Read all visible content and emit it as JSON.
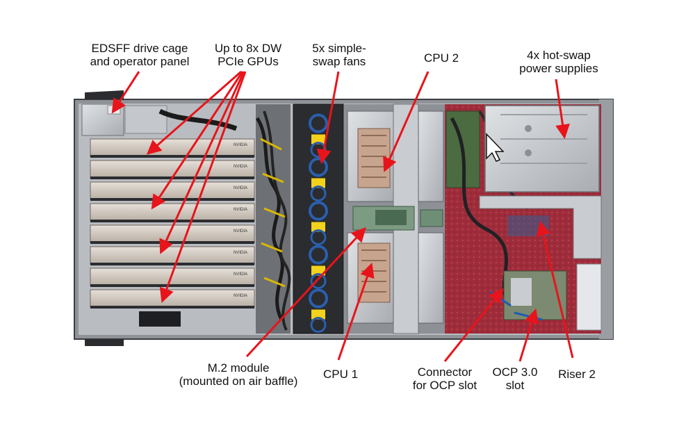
{
  "labels": {
    "edsff": [
      "EDSFF drive cage",
      "and operator panel"
    ],
    "gpus": [
      "Up to 8x DW",
      "PCIe GPUs"
    ],
    "fans": [
      "5x simple-",
      "swap fans"
    ],
    "cpu2": [
      "CPU 2"
    ],
    "psu": [
      "4x hot-swap",
      "power supplies"
    ],
    "m2": [
      "M.2 module",
      "(mounted on air baffle)"
    ],
    "cpu1": [
      "CPU 1"
    ],
    "ocp_connector": [
      "Connector",
      "for OCP slot"
    ],
    "ocp_slot": [
      "OCP 3.0",
      "slot"
    ],
    "riser2": [
      "Riser 2"
    ]
  },
  "gpu_card_count": 8,
  "fan_count": 5,
  "colors": {
    "arrow": "#e8141b",
    "chassis": "#b9bcc0",
    "chassis_dark": "#3a3d42",
    "gpu_body": "#d9d3cc",
    "gpu_fin": "#c9c0b6",
    "motherboard": "#9e2c3a",
    "fan_blue": "#2b5fae",
    "fan_label": "#f2d21b",
    "heatsink": "#c7a48e",
    "psu_plate": "#d4d7db"
  },
  "gpu_brand": "NVIDIA"
}
